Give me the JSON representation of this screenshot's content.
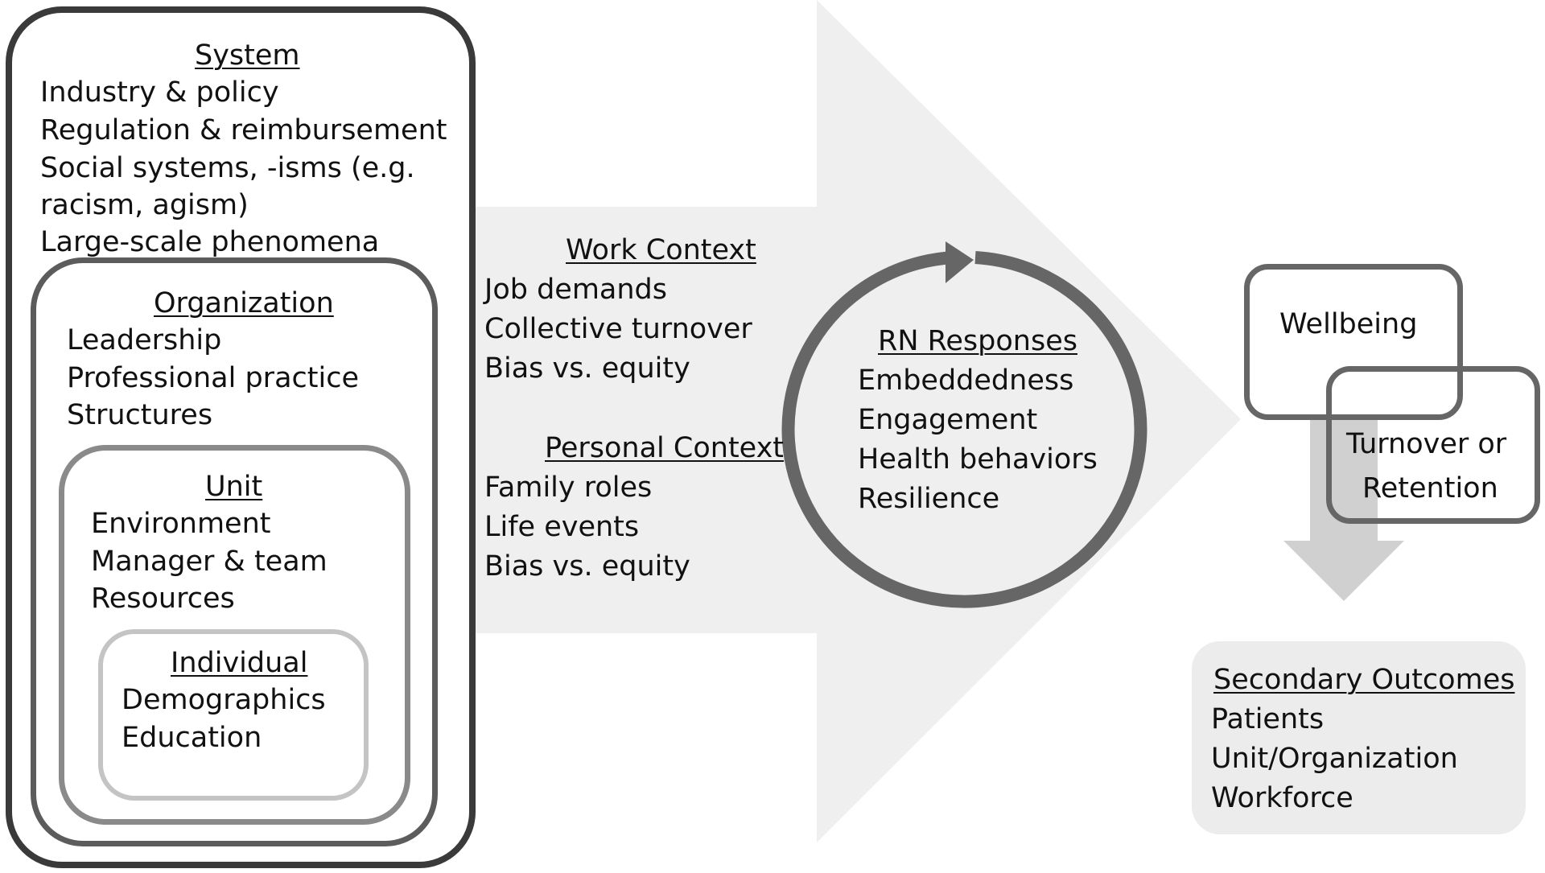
{
  "system": {
    "heading": "System",
    "items": [
      "Industry & policy",
      "Regulation & reimbursement",
      "Social systems, -isms (e.g.",
      "racism, agism)",
      "Large-scale phenomena"
    ]
  },
  "organization": {
    "heading": "Organization",
    "items": [
      "Leadership",
      "Professional practice",
      "Structures"
    ]
  },
  "unit": {
    "heading": "Unit",
    "items": [
      "Environment",
      "Manager & team",
      "Resources"
    ]
  },
  "individual": {
    "heading": "Individual",
    "items": [
      "Demographics",
      "Education"
    ]
  },
  "work_context": {
    "heading": "Work Context",
    "items": [
      "Job demands",
      "Collective turnover",
      "Bias vs. equity"
    ]
  },
  "personal_context": {
    "heading": "Personal Context",
    "items": [
      "Family roles",
      "Life events",
      "Bias vs. equity"
    ]
  },
  "rn_responses": {
    "heading": "RN Responses",
    "items": [
      "Embeddedness",
      "Engagement",
      "Health behaviors",
      "Resilience"
    ]
  },
  "outcomes": {
    "wellbeing": "Wellbeing",
    "turnover_line1": "Turnover or",
    "turnover_line2": "Retention"
  },
  "secondary_outcomes": {
    "heading": "Secondary Outcomes",
    "items": [
      "Patients",
      "Unit/Organization",
      "Workforce"
    ]
  },
  "colors": {
    "big_arrow": "#efefef",
    "system_border": "#3a3a3a",
    "organization_border": "#5c5c5c",
    "unit_border": "#8a8a8a",
    "individual_border": "#c4c4c4",
    "cycle": "#666666",
    "down_arrow": "#d0d0d0",
    "secondary_bg": "#ececec",
    "outcome_border": "#666666"
  }
}
